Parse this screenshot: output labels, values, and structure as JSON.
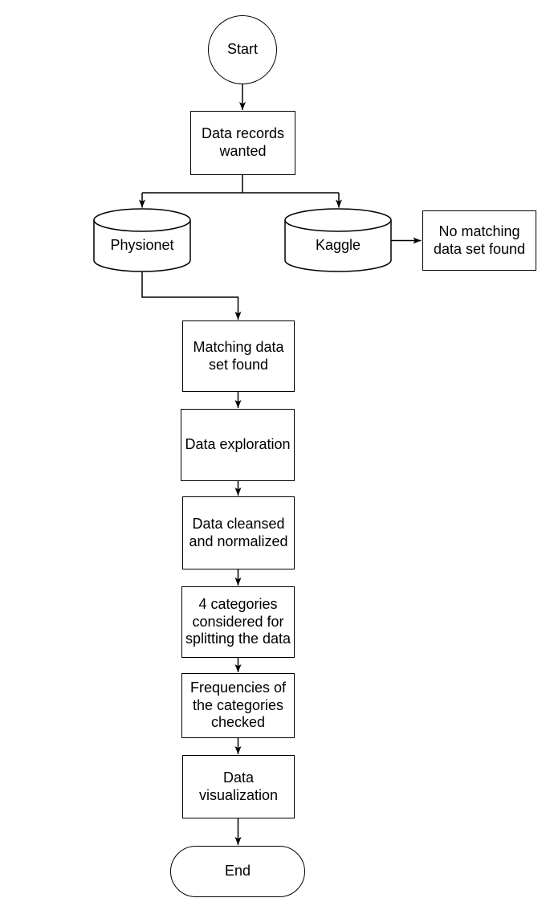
{
  "flowchart": {
    "colors": {
      "stroke": "#000000",
      "text": "#000000",
      "background": "#ffffff",
      "shape_fill": "#ffffff"
    },
    "nodes": {
      "start": {
        "label": "Start",
        "shape": "circle"
      },
      "data_records": {
        "label": "Data records\nwanted",
        "shape": "rectangle"
      },
      "physionet": {
        "label": "Physionet",
        "shape": "cylinder"
      },
      "kaggle": {
        "label": "Kaggle",
        "shape": "cylinder"
      },
      "no_match": {
        "label": "No matching\ndata set found",
        "shape": "rectangle"
      },
      "matching": {
        "label": "Matching data\nset found",
        "shape": "rectangle"
      },
      "exploration": {
        "label": "Data exploration",
        "shape": "rectangle"
      },
      "cleansed": {
        "label": "Data cleansed\nand normalized",
        "shape": "rectangle"
      },
      "categories": {
        "label": "4 categories\nconsidered for\nsplitting the data",
        "shape": "rectangle"
      },
      "frequencies": {
        "label": "Frequencies of\nthe categories\nchecked",
        "shape": "rectangle"
      },
      "visualization": {
        "label": "Data\nvisualization",
        "shape": "rectangle"
      },
      "end": {
        "label": "End",
        "shape": "terminator"
      }
    },
    "edges": [
      {
        "from": "start",
        "to": "data_records"
      },
      {
        "from": "data_records",
        "to": "physionet"
      },
      {
        "from": "data_records",
        "to": "kaggle"
      },
      {
        "from": "kaggle",
        "to": "no_match"
      },
      {
        "from": "physionet",
        "to": "matching"
      },
      {
        "from": "matching",
        "to": "exploration"
      },
      {
        "from": "exploration",
        "to": "cleansed"
      },
      {
        "from": "cleansed",
        "to": "categories"
      },
      {
        "from": "categories",
        "to": "frequencies"
      },
      {
        "from": "frequencies",
        "to": "visualization"
      },
      {
        "from": "visualization",
        "to": "end"
      }
    ]
  }
}
